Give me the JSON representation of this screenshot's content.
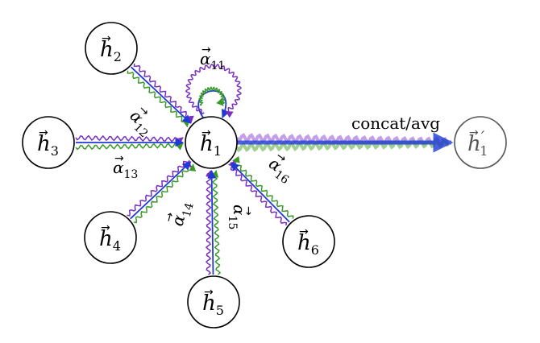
{
  "nodes": {
    "h1": {
      "base": "h",
      "sub": "1",
      "prime": ""
    },
    "h2": {
      "base": "h",
      "sub": "2",
      "prime": ""
    },
    "h3": {
      "base": "h",
      "sub": "3",
      "prime": ""
    },
    "h4": {
      "base": "h",
      "sub": "4",
      "prime": ""
    },
    "h5": {
      "base": "h",
      "sub": "5",
      "prime": ""
    },
    "h6": {
      "base": "h",
      "sub": "6",
      "prime": ""
    },
    "out": {
      "base": "h",
      "sub": "1",
      "prime": "′"
    }
  },
  "coefficients": {
    "a11": {
      "base": "α",
      "sub": "11"
    },
    "a12": {
      "base": "α",
      "sub": "12"
    },
    "a13": {
      "base": "α",
      "sub": "13"
    },
    "a14": {
      "base": "α",
      "sub": "14"
    },
    "a15": {
      "base": "α",
      "sub": "15"
    },
    "a16": {
      "base": "α",
      "sub": "16"
    }
  },
  "aggregation_label": "concat/avg",
  "colors": {
    "head_1": "#1f3ad6",
    "head_2": "#3a9a2a",
    "head_3": "#7a2fc0",
    "node_border": "#000000",
    "output_node_border": "#555555"
  }
}
